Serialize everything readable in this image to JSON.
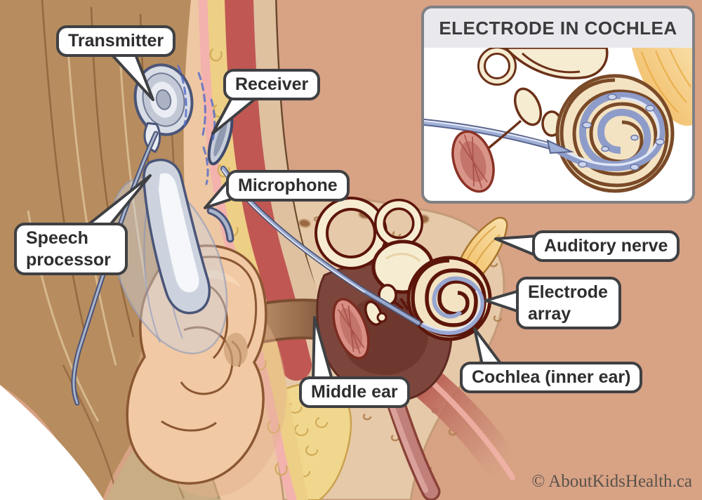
{
  "labels": {
    "transmitter": "Transmitter",
    "receiver": "Receiver",
    "microphone": "Microphone",
    "speech_processor": "Speech processor",
    "auditory_nerve": "Auditory nerve",
    "electrode_array": "Electrode array",
    "cochlea": "Cochlea (inner ear)",
    "middle_ear": "Middle ear"
  },
  "inset": {
    "title": "ELECTRODE IN COCHLEA"
  },
  "credit": "© AboutKidsHealth.ca",
  "colors": {
    "background_salmon": "#d8a285",
    "bone_tan": "#e6c9a8",
    "muscle_red": "#c05752",
    "fat_yellow": "#eecf86",
    "skin_pink_edge": "#f3b2ad",
    "middle_ear_maroon": "#7c463c",
    "electrode_blue": "#8e9cc9",
    "nerve_orange": "#f2bd60",
    "device_silver": "#cdd3de",
    "label_border": "#3f4043",
    "inset_header": "#e9e9ed"
  }
}
